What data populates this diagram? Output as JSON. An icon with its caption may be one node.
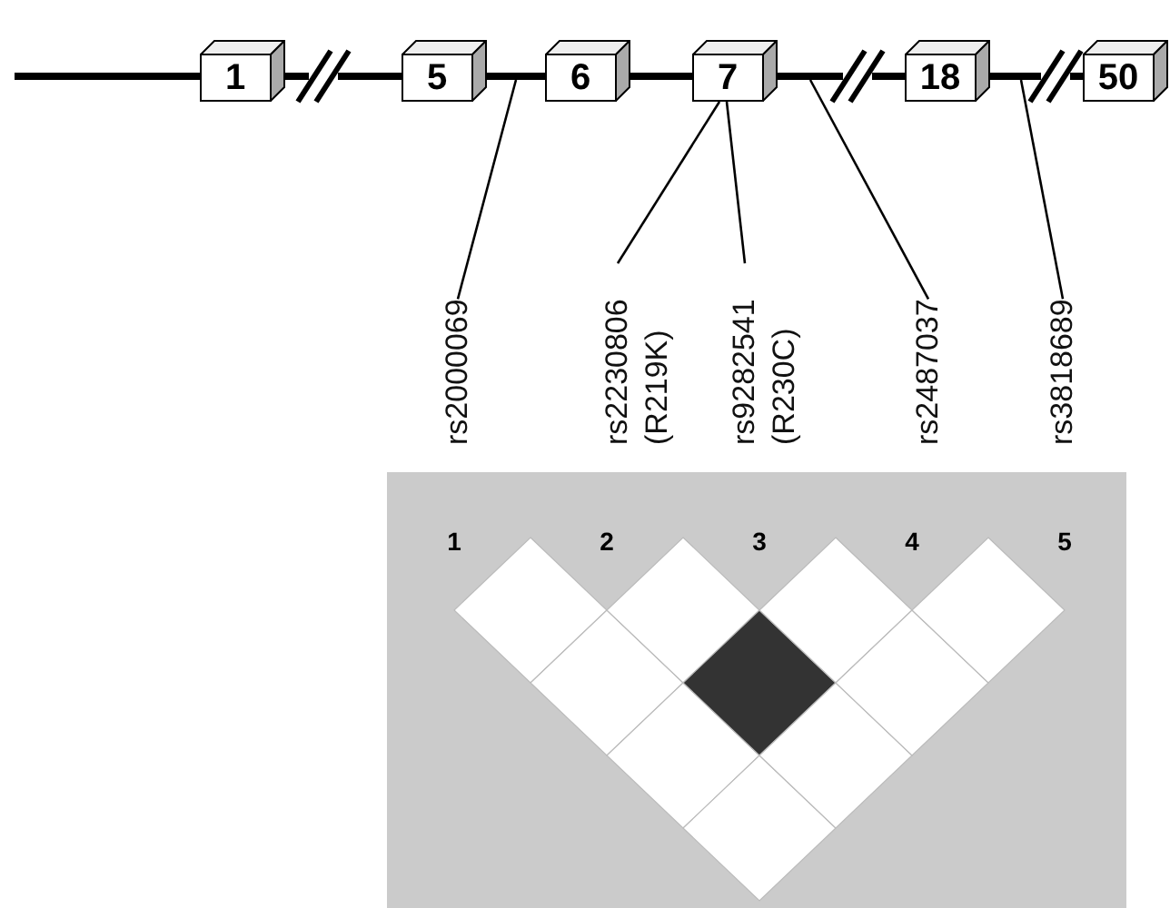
{
  "diagram": {
    "nodes": [
      {
        "text": [
          "1"
        ]
      },
      {
        "text": [
          "5"
        ]
      },
      {
        "text": [
          "6"
        ]
      },
      {
        "text": [
          "7"
        ]
      },
      {
        "text": [
          "18"
        ]
      },
      {
        "text": [
          "50"
        ]
      },
      {
        "text": [
          "rs2000069"
        ]
      },
      {
        "text": [
          "rs2230806 (R219K)"
        ]
      },
      {
        "text": [
          "rs9282541 (R230C)"
        ]
      },
      {
        "text": [
          "rs2487037"
        ]
      },
      {
        "text": [
          "rs3818689"
        ]
      },
      {
        "text": [],
        "shape": "bar"
      },
      {
        "text": [],
        "shape": "bar"
      },
      {
        "text": [],
        "shape": "bar"
      },
      {
        "text": [],
        "shape": "bar"
      },
      {
        "text": [],
        "shape": "bar"
      },
      {
        "text": [],
        "shape": "bar"
      },
      {
        "text": [],
        "shape": "bar"
      },
      {
        "text": [],
        "shape": "bar"
      },
      {
        "text": [],
        "shape": "bar"
      }
    ],
    "edges": [
      {
        "from": 6,
        "to": 14,
        "arrow": "none"
      },
      {
        "from": 7,
        "to": 3,
        "arrow": "none"
      },
      {
        "from": 8,
        "to": 3,
        "arrow": "none"
      },
      {
        "from": 9,
        "to": 16,
        "arrow": "none"
      },
      {
        "from": 10,
        "to": 18,
        "arrow": "none"
      }
    ],
    "labels": [
      "1",
      "2",
      "3",
      "4",
      "5"
    ]
  }
}
